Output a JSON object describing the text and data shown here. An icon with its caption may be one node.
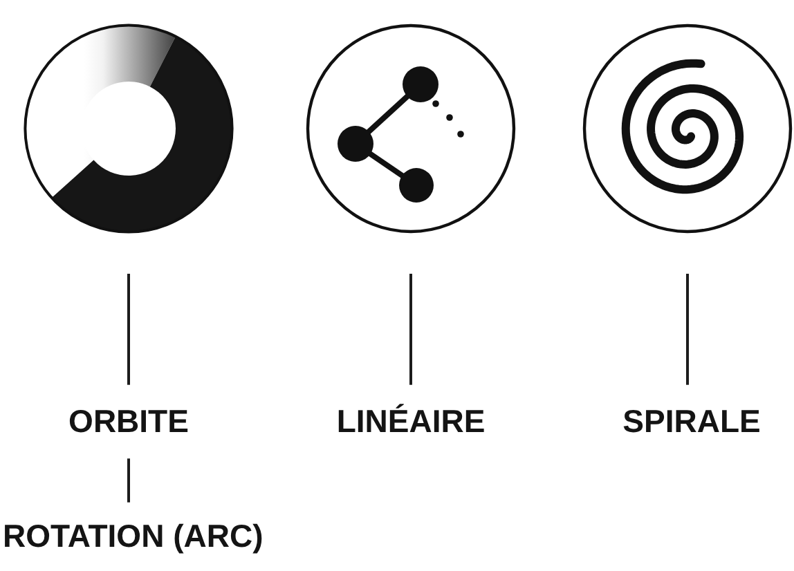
{
  "diagram": {
    "nodes": [
      {
        "text": [],
        "shape": "circle"
      },
      {
        "text": [],
        "shape": "circle"
      },
      {
        "text": [],
        "shape": "circle"
      },
      {
        "text": [
          "ORBITE"
        ]
      },
      {
        "text": [
          "LINÉAIRE"
        ]
      },
      {
        "text": [
          "SPIRALE"
        ]
      },
      {
        "text": [
          "ROTATION (ARC)"
        ]
      }
    ],
    "edges": [
      {
        "from": 0,
        "to": 3,
        "arrow": "none"
      },
      {
        "from": 1,
        "to": 4,
        "arrow": "none"
      },
      {
        "from": 2,
        "to": 5,
        "arrow": "none"
      },
      {
        "from": 3,
        "to": 6,
        "arrow": "none"
      }
    ]
  }
}
